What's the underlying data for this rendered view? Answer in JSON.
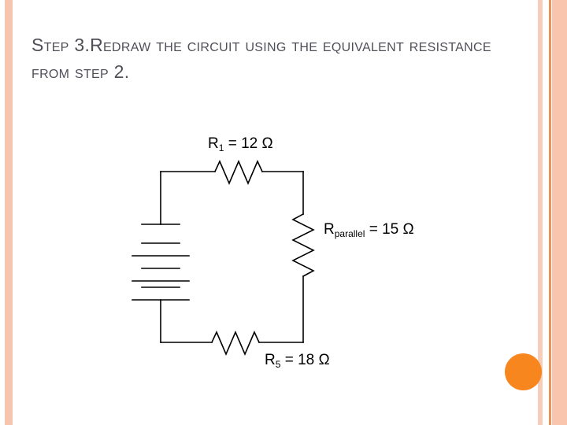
{
  "slide": {
    "title_line1": "Step 3.Redraw the circuit using the",
    "title_line2": "equivalent resistance from step 2.",
    "title_full": "Step 3.Redraw the circuit using the equivalent resistance from step 2.",
    "title_color": "#4f4f58",
    "background_color": "#ffffff"
  },
  "decor": {
    "stripe_left_color": "#f6c5b0",
    "stripe_right_thin_color": "#f7cdba",
    "stripe_right_line_color": "#e8925e",
    "stripe_right_wide_color": "#fac5ad",
    "corner_dot_color": "#f7861f"
  },
  "circuit": {
    "line_color": "#000000",
    "label_color": "#000000",
    "components": [
      {
        "id": "r1",
        "kind": "resistor",
        "orientation": "horizontal",
        "position": "top",
        "symbol": "R",
        "subscript": "1",
        "equals": "=",
        "value": "12",
        "unit": "Ω",
        "label": "R1 = 12 Ω"
      },
      {
        "id": "rparallel",
        "kind": "resistor",
        "orientation": "vertical",
        "position": "right",
        "symbol": "R",
        "subscript": "parallel",
        "equals": "=",
        "value": "15",
        "unit": "Ω",
        "label": "Rparallel = 15 Ω"
      },
      {
        "id": "r5",
        "kind": "resistor",
        "orientation": "horizontal",
        "position": "bottom",
        "symbol": "R",
        "subscript": "5",
        "equals": "=",
        "value": "18",
        "unit": "Ω",
        "label": "R5 = 18 Ω"
      },
      {
        "id": "battery",
        "kind": "battery",
        "orientation": "vertical",
        "position": "left",
        "cells": 3,
        "label": ""
      }
    ]
  }
}
